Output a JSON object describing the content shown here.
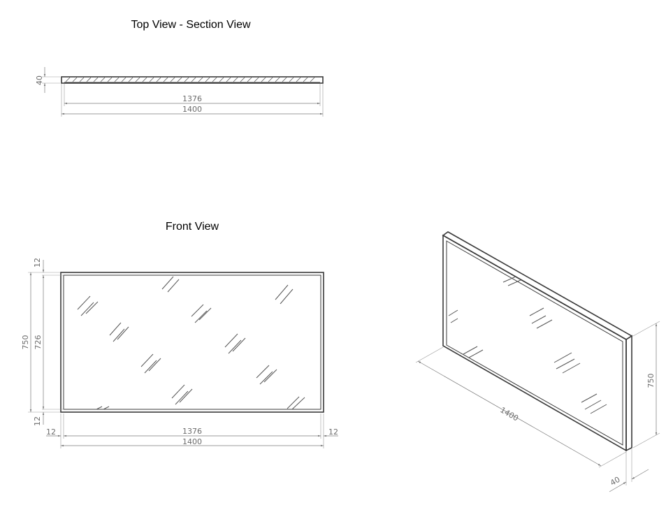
{
  "views": {
    "top_title": "Top View - Section View",
    "front_title": "Front View"
  },
  "top_view": {
    "thickness": "40",
    "inner_width": "1376",
    "outer_width": "1400"
  },
  "front_view": {
    "frame_top": "12",
    "frame_bottom": "12",
    "outer_height": "750",
    "inner_height": "726",
    "frame_left": "12",
    "frame_right": "12",
    "inner_width": "1376",
    "outer_width": "1400"
  },
  "iso_view": {
    "width": "1400",
    "height": "750",
    "depth": "40"
  }
}
